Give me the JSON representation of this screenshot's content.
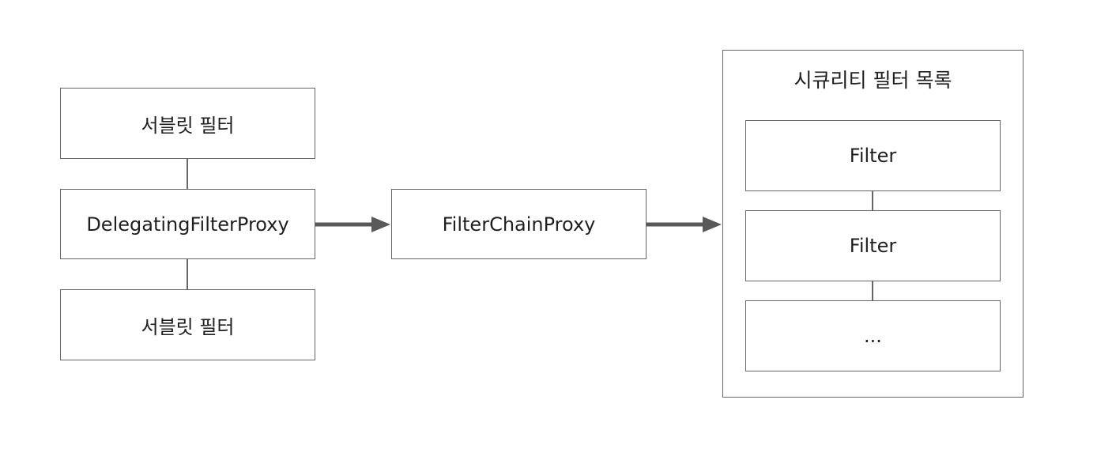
{
  "colors": {
    "border": "#666666",
    "arrow": "#595959",
    "text": "#1f1f1f"
  },
  "left_column": {
    "servlet_filter_top": "서블릿 필터",
    "delegating_proxy": "DelegatingFilterProxy",
    "servlet_filter_bottom": "서블릿 필터"
  },
  "middle": {
    "filter_chain_proxy": "FilterChainProxy"
  },
  "security_filters": {
    "title": "시큐리티 필터 목록",
    "items": [
      "Filter",
      "Filter",
      "..."
    ]
  }
}
